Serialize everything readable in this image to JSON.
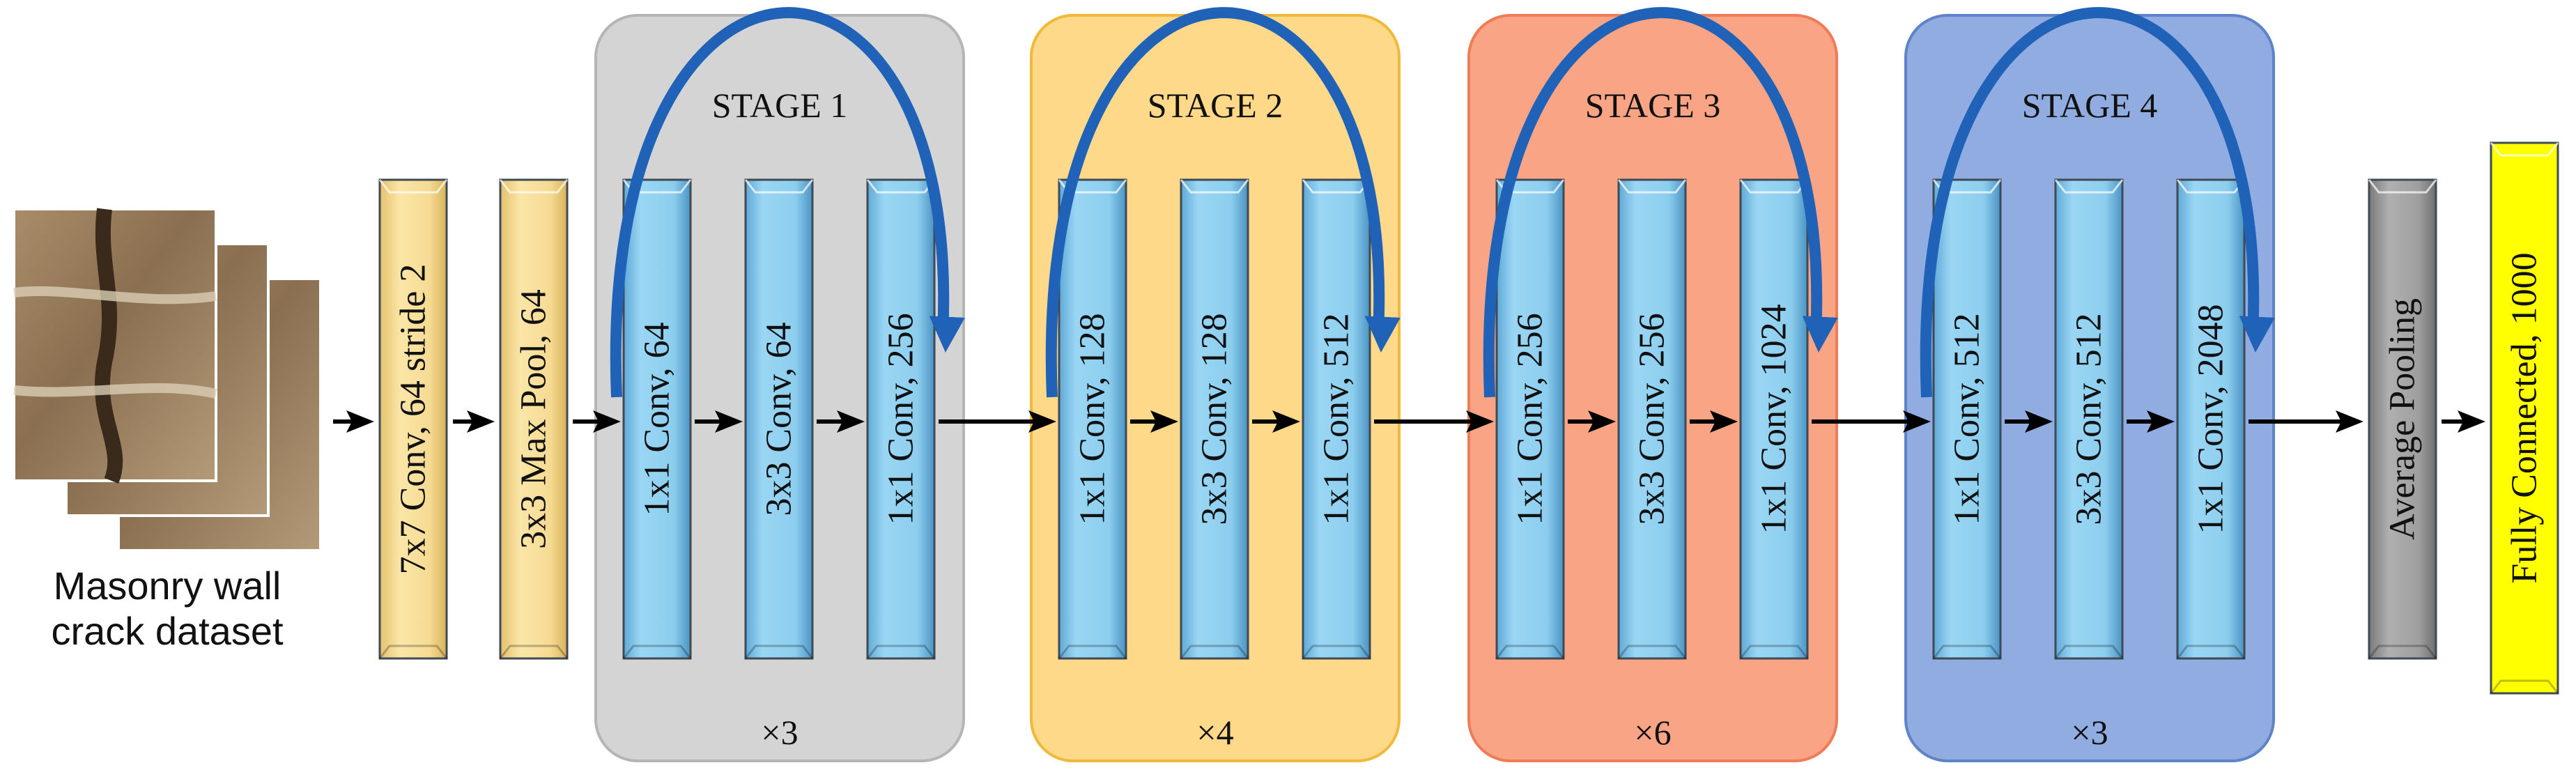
{
  "input": {
    "caption_line1": "Masonry wall",
    "caption_line2": "crack dataset"
  },
  "stem": [
    {
      "label": "7x7 Conv, 64 stride 2"
    },
    {
      "label": "3x3 Max Pool, 64"
    }
  ],
  "stages": [
    {
      "title": "STAGE 1",
      "repeat": "×3",
      "color": "#d4d4d4",
      "border": "#b5b5b5",
      "layers": [
        "1x1 Conv, 64",
        "3x3 Conv, 64",
        "1x1 Conv, 256"
      ]
    },
    {
      "title": "STAGE 2",
      "repeat": "×4",
      "color": "#fed98a",
      "border": "#f1b93a",
      "layers": [
        "1x1 Conv, 128",
        "3x3 Conv, 128",
        "1x1 Conv, 512"
      ]
    },
    {
      "title": "STAGE 3",
      "repeat": "×6",
      "color": "#f9a585",
      "border": "#ee7c56",
      "layers": [
        "1x1 Conv, 256",
        "3x3 Conv, 256",
        "1x1 Conv, 1024"
      ]
    },
    {
      "title": "STAGE 4",
      "repeat": "×3",
      "color": "#90ace0",
      "border": "#5f83c8",
      "layers": [
        "1x1 Conv, 512",
        "3x3 Conv, 512",
        "1x1 Conv, 2048"
      ]
    }
  ],
  "head": [
    {
      "label": "Average Pooling"
    },
    {
      "label": "Fully Connected, 1000"
    }
  ],
  "colors": {
    "stem_fill": "#f7dd96",
    "conv_fill": "#8fd0f0",
    "pool_fill": "#9a9a9a",
    "fc_fill": "#ffff00",
    "skip_arrow": "#1f62b8",
    "flow_arrow": "#000000"
  }
}
